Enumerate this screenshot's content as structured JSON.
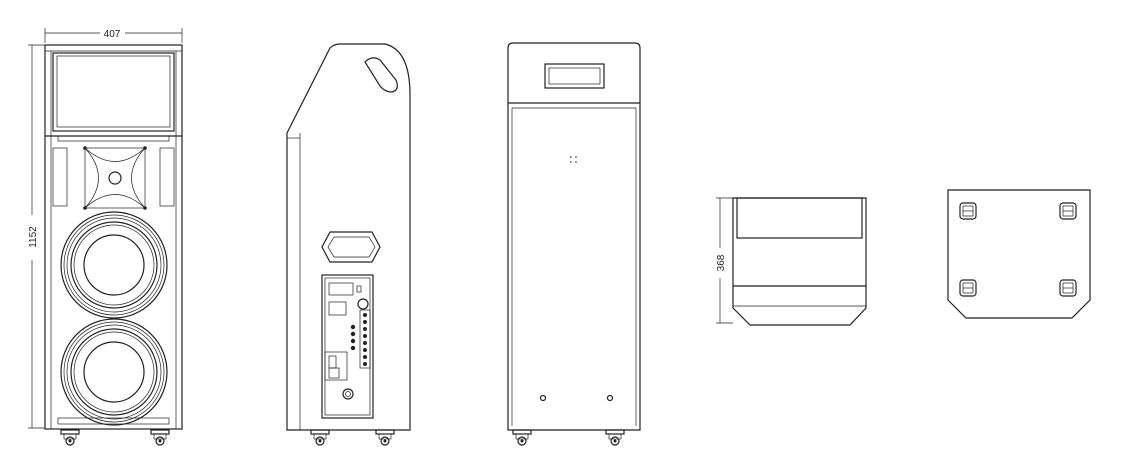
{
  "dimensions": {
    "width": "407",
    "height": "1152",
    "depth": "368"
  },
  "views": [
    "front",
    "side",
    "back",
    "top",
    "bottom"
  ],
  "colors": {
    "line": "#222222",
    "background": "#ffffff"
  }
}
